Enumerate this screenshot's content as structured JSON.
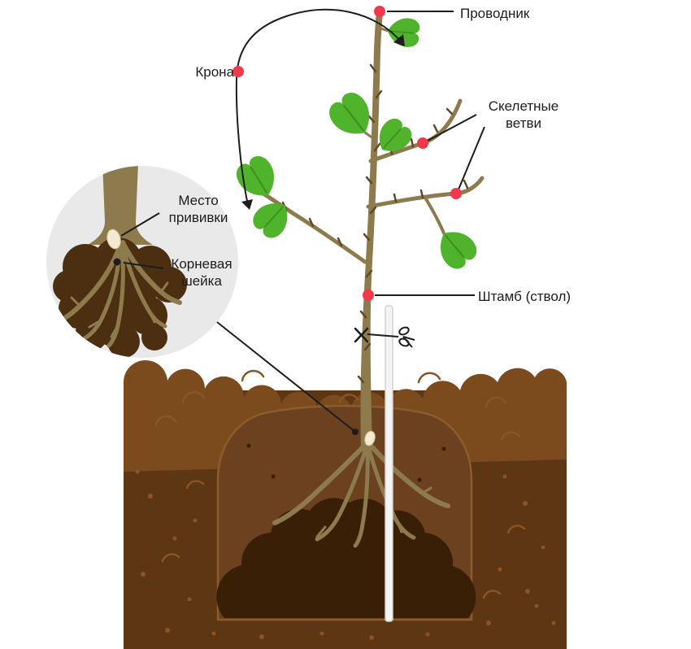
{
  "labels": {
    "leader": "Проводник",
    "crown": "Крона",
    "skeletal_branches": "Скелетные ветви",
    "trunk": "Штамб (ствол)",
    "graft_site": "Место прививки",
    "root_collar": "Корневая шейка"
  },
  "colors": {
    "marker_red": "#f0394b",
    "leaf_green": "#4fb32c",
    "leaf_vein": "#3f9220",
    "trunk_olive": "#8d7b4e",
    "thorn_brown": "#5e4b26",
    "soil_mulch": "#7b4a1d",
    "soil_dark": "#5d3614",
    "soil_mark": "#8a5526",
    "pit_brown": "#6b4120",
    "pit_outline": "#8d5c2b",
    "mound_dark": "#3a1f07",
    "rootball_dark": "#4c2e11",
    "inset_bg": "#e9e9e9",
    "stake_white": "#f4f4f4",
    "stake_edge": "#d2d2d2",
    "line_black": "#1d1d1d",
    "graft_cream": "#f3ead0",
    "graft_edge": "#cfc098"
  }
}
